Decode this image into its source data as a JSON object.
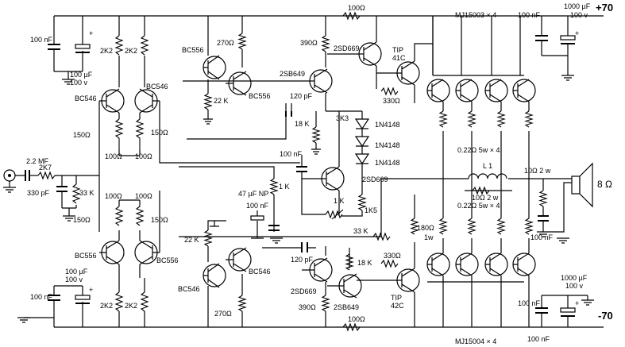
{
  "rails": {
    "positive": "+70",
    "negative": "-70"
  },
  "output_devices": {
    "top": "MJ15003 × 4",
    "bottom": "MJ15004 × 4"
  },
  "labels": {
    "r100_top": "100Ω",
    "r100_bot": "100Ω",
    "c100n_tl": "100 nF",
    "c100u_tl": "100 µF",
    "v100_tl": "100 v",
    "c100n_bl": "100 nF",
    "c100u_bl": "100 µF",
    "v100_bl": "100 v",
    "c100n_tr": "100 nF",
    "c1000u_tr": "1000 µF",
    "v100_tr": "100 v",
    "c100n_br": "100 nF",
    "c1000u_br": "1000 µF",
    "v100_br": "100 v",
    "c100n_bottom": "100 nF",
    "r2k2_a": "2K2",
    "r2k2_b": "2K2",
    "r2k2_c": "2K2",
    "r2k2_d": "2K2",
    "bc546_a": "BC546",
    "bc546_b": "BC546",
    "bc556_a": "BC556",
    "bc556_b": "BC556",
    "bc556_c": "BC556",
    "bc556_d": "BC556",
    "bc546_c": "BC546",
    "bc546_d": "BC546",
    "r270_top": "270Ω",
    "r270_bot": "270Ω",
    "r22k_top": "22 K",
    "r22k_bot": "22 K",
    "r390_top": "390Ω",
    "r390_bot": "390Ω",
    "sb649_top": "2SB649",
    "sd669_top": "2SD669",
    "sd669_bot": "2SD669",
    "sb649_bot": "2SB649",
    "tip41c": "TIP\n41C",
    "tip42c": "TIP\n42C",
    "r330_top": "330Ω",
    "r330_bot": "330Ω",
    "c120p_top": "120 pF",
    "c120p_bot": "120 pF",
    "r18k_top": "18 K",
    "r18k_bot": "18 K",
    "r3k3": "3K3",
    "d1": "1N4148",
    "d2": "1N4148",
    "d3": "1N4148",
    "c100n_mid": "100 nF",
    "sd669_mid": "2SD669",
    "pot1k": "1 K",
    "r1k5": "1K5",
    "r150_a": "150Ω",
    "r150_b": "150Ω",
    "r150_c": "150Ω",
    "r150_d": "150Ω",
    "r100_a": "100Ω",
    "r100_b": "100Ω",
    "r100_c": "100Ω",
    "r100_d": "100Ω",
    "c2_2mf": "2.2 MF",
    "r2k7": "2K7",
    "c330p": "330 pF",
    "r33k_in": "33 K",
    "c47u": "47 µF NP",
    "c100n_fb": "100 nF",
    "r1k_fb": "1 K",
    "r33k_fb": "33 K",
    "r180": "180Ω",
    "w1": "1w",
    "re_top": "0.22Ω  5w × 4",
    "re_bot": "0.22Ω  5w × 4",
    "l1": "L 1",
    "r10_2w_l": "10Ω  2 w",
    "r10_2w": "10Ω  2 w",
    "c100n_zobel": "100 nF",
    "speaker": "8 Ω"
  }
}
